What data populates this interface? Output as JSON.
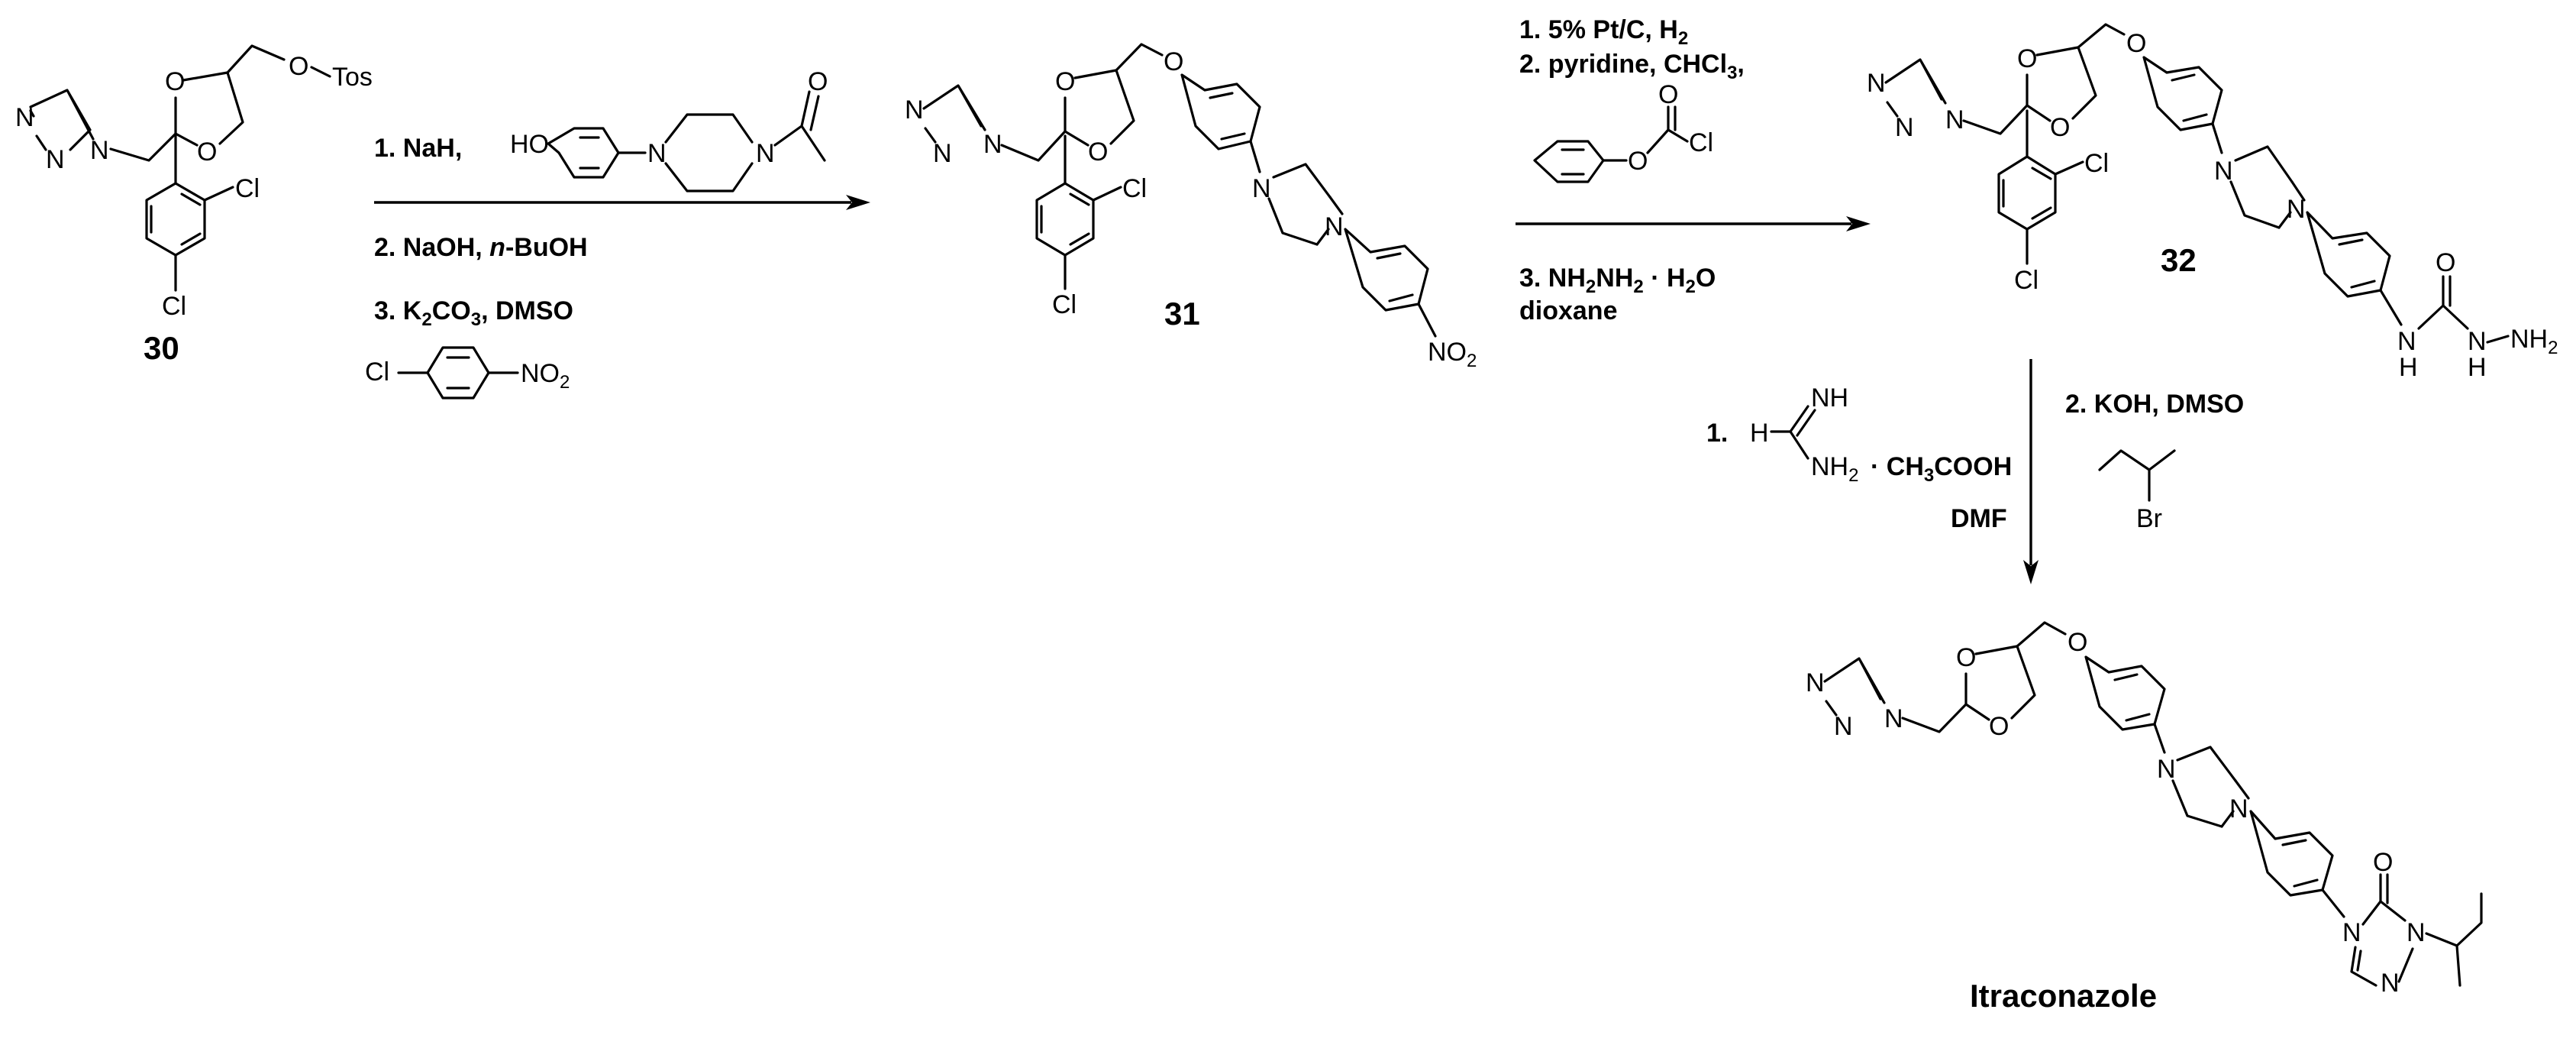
{
  "title": "",
  "compounds": {
    "c30": "30",
    "c31": "31",
    "c32": "32",
    "product": "Itraconazole"
  },
  "atoms": {
    "N": "N",
    "O": "O",
    "Cl": "Cl",
    "Br": "Br",
    "H": "H",
    "HO": "HO",
    "NH": "NH",
    "NH2": "NH",
    "tos": "Tos",
    "NO2_prefix": "NO",
    "sub2": "2"
  },
  "step1": {
    "line1": "1. NaH,",
    "line2": "2. NaOH, ",
    "line2_italic": "n",
    "line2_tail": "-BuOH",
    "line3": "3. K",
    "line3_sub": "2",
    "line3_mid": "CO",
    "line3_sub2": "3",
    "line3_tail": ", DMSO"
  },
  "step2": {
    "line1": "1. 5% Pt/C, H",
    "line1_sub": "2",
    "line2": "2. pyridine, CHCl",
    "line2_sub": "3",
    "line2_tail": ",",
    "line3": "3. NH",
    "line3_sub": "2",
    "line3_mid": "NH",
    "line3_sub2": "2",
    "line3_tail": " · H",
    "line3_sub3": "2",
    "line3_end": "O",
    "line4": "dioxane"
  },
  "step3": {
    "left_num": "1.",
    "acid": "CH",
    "acid_sub": "3",
    "acid_tail": "COOH",
    "solvent": "DMF",
    "right": "2.  KOH, DMSO"
  }
}
